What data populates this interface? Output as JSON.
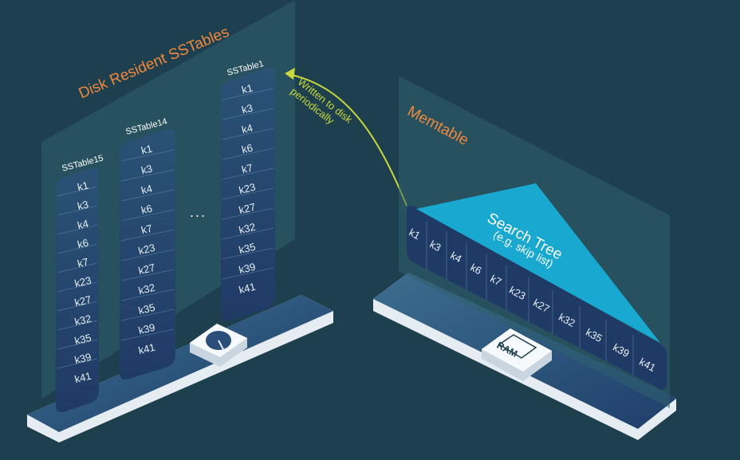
{
  "disk": {
    "title": "Disk Resident SSTables",
    "ellipsis": "...",
    "sstables": [
      {
        "name": "SSTable15",
        "keys": [
          "k1",
          "k3",
          "k4",
          "k6",
          "k7",
          "k23",
          "k27",
          "k32",
          "k35",
          "k39",
          "k41"
        ]
      },
      {
        "name": "SSTable14",
        "keys": [
          "k1",
          "k3",
          "k4",
          "k6",
          "k7",
          "k23",
          "k27",
          "k32",
          "k35",
          "k39",
          "k41"
        ]
      },
      {
        "name": "SSTable1",
        "keys": [
          "k1",
          "k3",
          "k4",
          "k6",
          "k7",
          "k23",
          "k27",
          "k32",
          "k35",
          "k39",
          "k41"
        ]
      }
    ]
  },
  "flush": {
    "line1": "Written to disk",
    "line2": "periodically"
  },
  "memtable": {
    "title": "Memtable",
    "tree_title": "Search Tree",
    "tree_subtitle": "(e.g. skip list)",
    "keys": [
      "k1",
      "k3",
      "k4",
      "k6",
      "k7",
      "k23",
      "k27",
      "k32",
      "k35",
      "k39",
      "k41"
    ],
    "chip_label": "RAM"
  },
  "colors": {
    "background": "#1e3f4d",
    "accent_orange": "#f0883e",
    "tree_cyan": "#18a8d0",
    "arrow_yellow": "#c7d93c"
  }
}
